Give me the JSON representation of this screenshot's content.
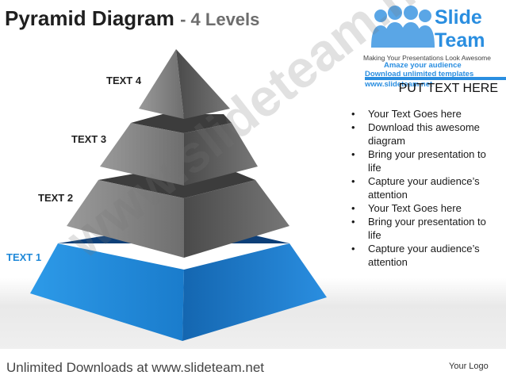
{
  "title": {
    "main": "Pyramid Diagram",
    "sub": "- 4 Levels"
  },
  "levels": [
    {
      "label": "TEXT 4",
      "color": "#5f5f5f"
    },
    {
      "label": "TEXT 3",
      "color": "#646464"
    },
    {
      "label": "TEXT 2",
      "color": "#6a6a6a"
    },
    {
      "label": "TEXT 1",
      "color": "#1e88d8"
    }
  ],
  "logo": {
    "brand_line1": "Slide",
    "brand_line2": "Team",
    "tagline": "Making Your Presentations Look Awesome",
    "line1": "Amaze your audience",
    "line2": "Download unlimited templates",
    "line3": "www.slideteam.net",
    "accent": "#2a8ee0"
  },
  "put_text": "PUT TEXT HERE",
  "bullets": [
    "Your Text Goes here",
    "Download this awesome diagram",
    "Bring your presentation to life",
    "Capture your audience’s attention",
    "Your Text Goes here",
    "Bring your presentation to life",
    "Capture your audience’s attention"
  ],
  "watermark": "www.slideteam.net",
  "footer": "Unlimited Downloads at www.slideteam.net",
  "your_logo": "Your Logo"
}
